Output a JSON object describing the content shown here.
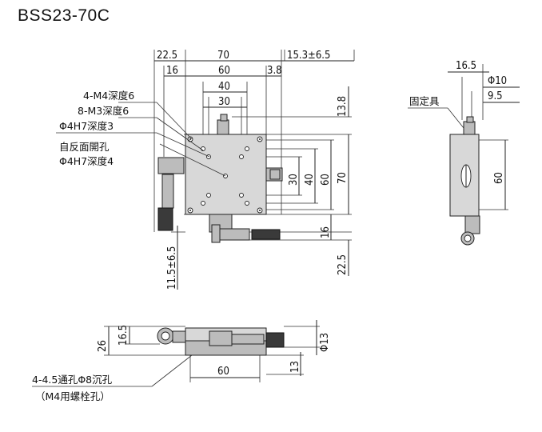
{
  "title": "BSS23-70C",
  "top_view": {
    "dims": {
      "d22_5_top": "22.5",
      "d70_width": "70",
      "d15_3": "15.3±6.5",
      "d16": "16",
      "d60_width": "60",
      "d3_8": "3.8",
      "d40_width": "40",
      "d30_width": "30",
      "d13_8": "13.8",
      "d30_height": "30",
      "d40_height": "40",
      "d60_height": "60",
      "d70_height": "70",
      "d16_right": "16",
      "d22_5_right": "22.5",
      "d11_5": "11.5±6.5"
    },
    "notes": {
      "n1": "4-M4深度6",
      "n2": "8-M3深度6",
      "n3": "Φ4H7深度3",
      "n4": "自反面開孔",
      "n5": "Φ4H7深度4"
    }
  },
  "side_view": {
    "dims": {
      "d16_5": "16.5",
      "d10": "Φ10",
      "d9_5": "9.5",
      "d60": "60"
    },
    "notes": {
      "fixing": "固定具"
    }
  },
  "front_view": {
    "dims": {
      "d26": "26",
      "d16_5": "16.5",
      "d13": "Φ13",
      "d13_right": "13",
      "d60": "60"
    },
    "notes": {
      "n1": "4-4.5通孔Φ8沉孔",
      "n2": "（M4用螺栓孔）"
    }
  }
}
